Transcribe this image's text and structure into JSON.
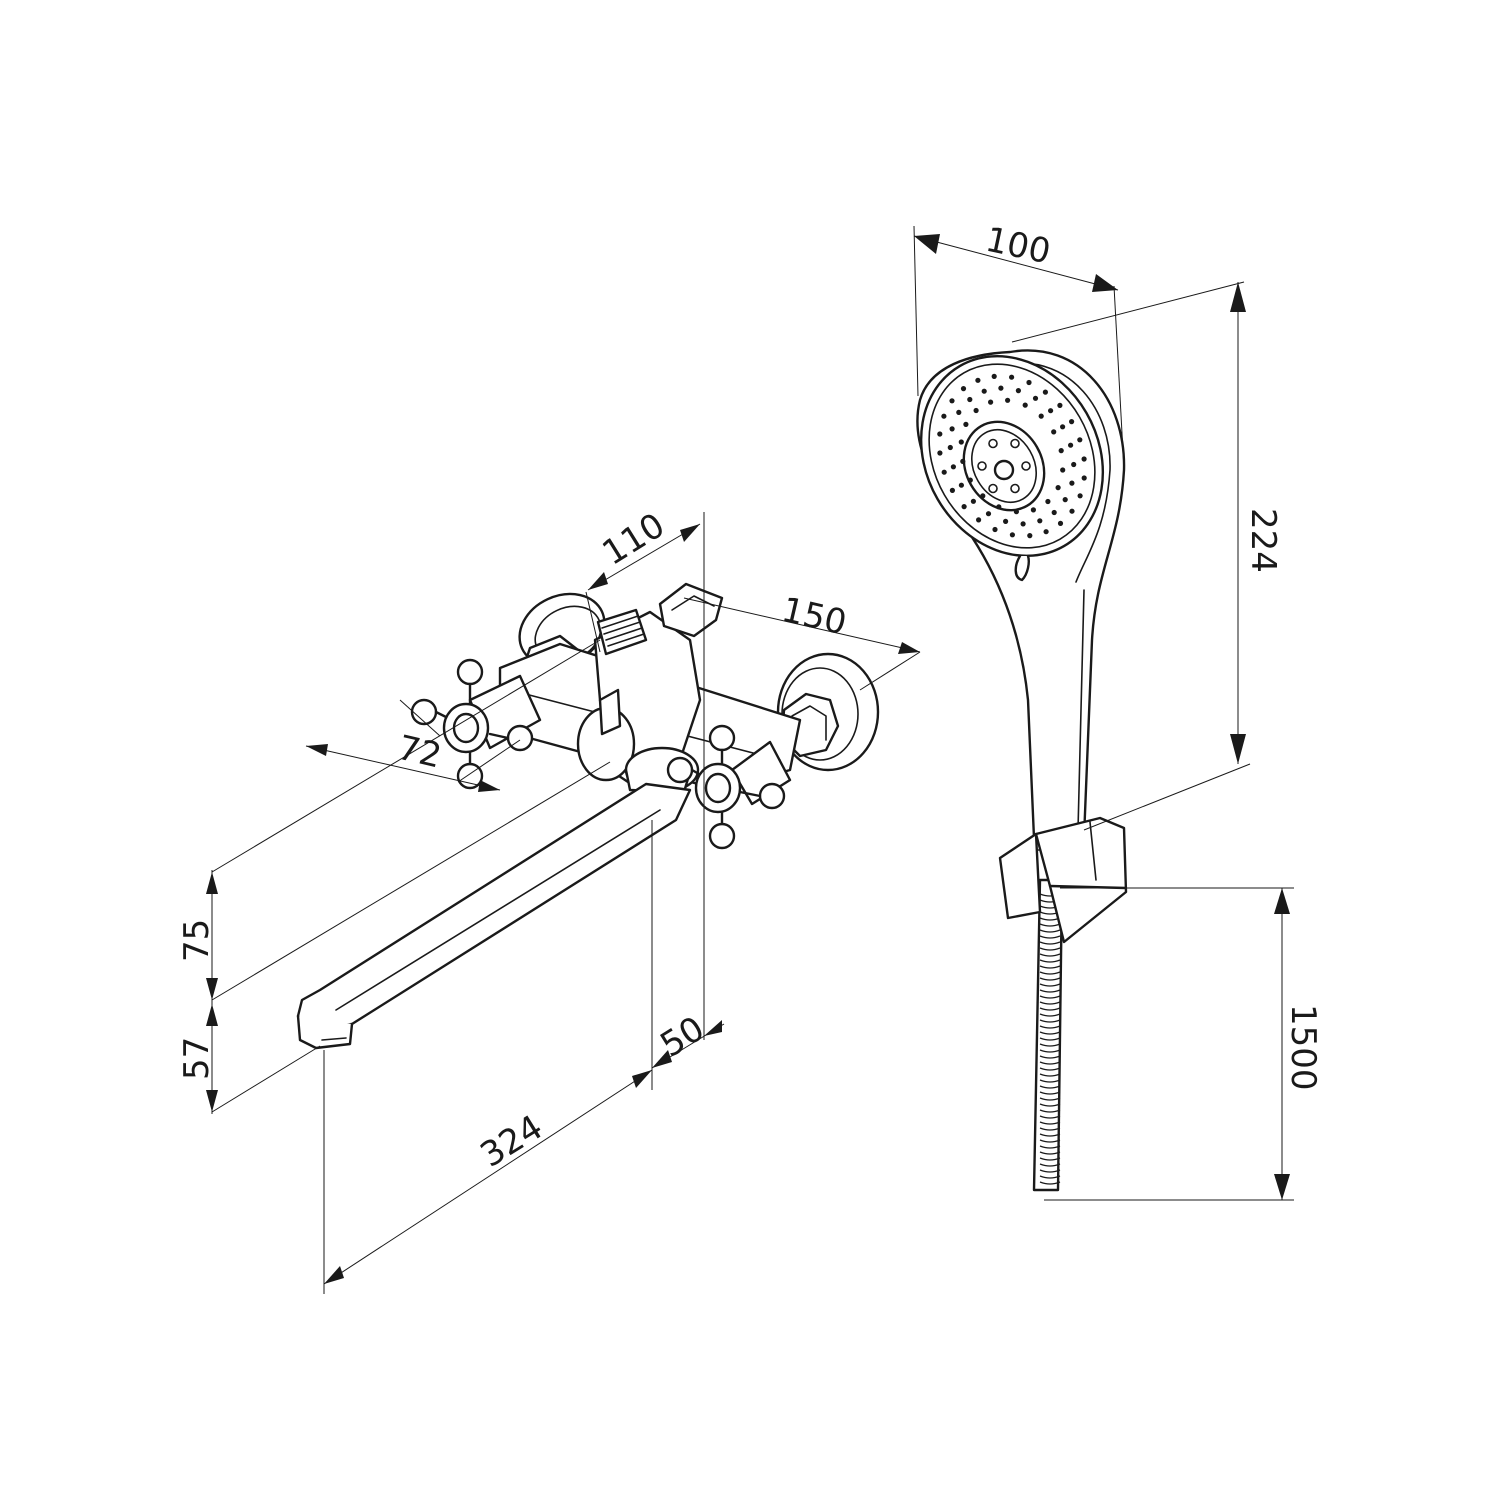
{
  "dimensions": {
    "faucet": {
      "depth": "110",
      "center_spacing": "150",
      "handle_size": "72",
      "spout_height": "75",
      "spout_tip_height": "57",
      "spout_offset": "50",
      "spout_reach": "324"
    },
    "shower": {
      "head_diameter": "100",
      "handset_length": "224",
      "hose_length": "1500"
    }
  },
  "colors": {
    "line": "#1a1a1a",
    "background": "#ffffff"
  }
}
